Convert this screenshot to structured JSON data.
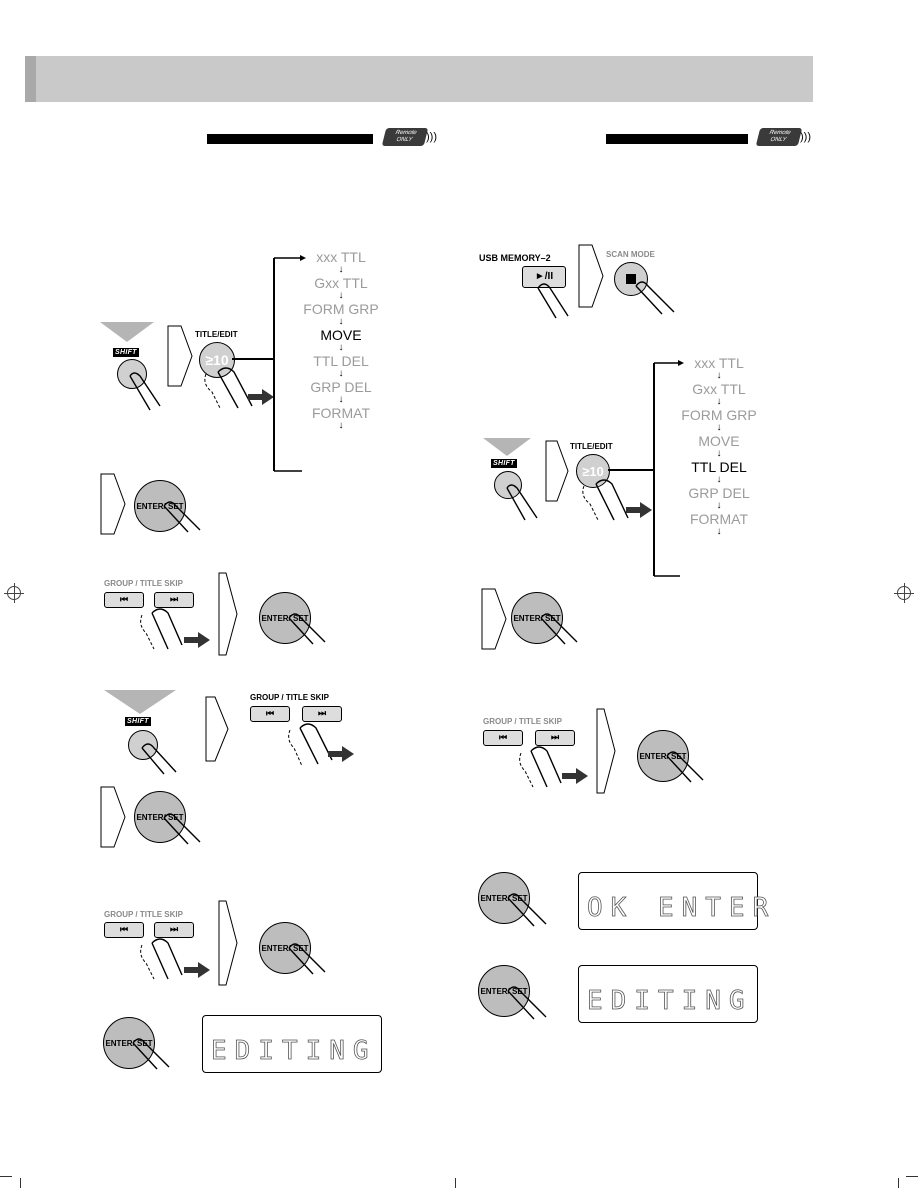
{
  "remote_badge": {
    "line1": "Remote",
    "line2": "ONLY"
  },
  "labels": {
    "title_edit": "TITLE/EDIT",
    "shift": "SHIFT",
    "group_title_skip": "GROUP / TITLE SKIP",
    "usb_memory": "USB MEMORY–2",
    "scan_mode": "SCAN MODE",
    "enter_set": "ENTER/ SET",
    "ten_plus": "≥10",
    "prev_symbol": "⏮",
    "next_symbol": "⏭",
    "play_pause": "►/II"
  },
  "left_menu": [
    {
      "label": "xxx TTL",
      "active": false
    },
    {
      "label": "Gxx TTL",
      "active": false
    },
    {
      "label": "FORM GRP",
      "active": false
    },
    {
      "label": "MOVE",
      "active": true
    },
    {
      "label": "TTL DEL",
      "active": false
    },
    {
      "label": "GRP DEL",
      "active": false
    },
    {
      "label": "FORMAT",
      "active": false
    }
  ],
  "right_menu": [
    {
      "label": "xxx TTL",
      "active": false
    },
    {
      "label": "Gxx TTL",
      "active": false
    },
    {
      "label": "FORM GRP",
      "active": false
    },
    {
      "label": "MOVE",
      "active": false
    },
    {
      "label": "TTL DEL",
      "active": true
    },
    {
      "label": "GRP DEL",
      "active": false
    },
    {
      "label": "FORMAT",
      "active": false
    }
  ],
  "displays": {
    "left_editing": "EDITING",
    "right_ok_enter": "OK  ENTER",
    "right_editing": "EDITING"
  }
}
